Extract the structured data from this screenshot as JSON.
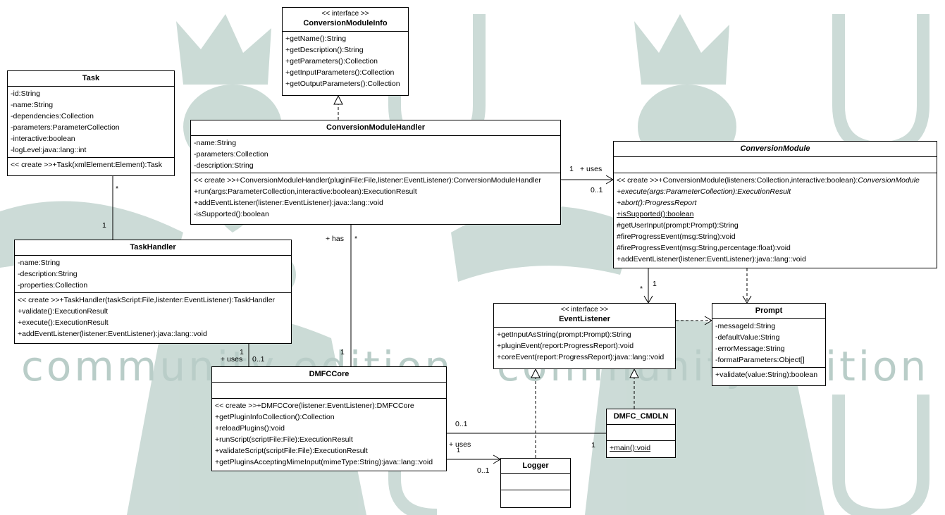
{
  "watermark": {
    "text": "community edition",
    "color": "#b9cdc8"
  },
  "classes": {
    "conversion_module_info": {
      "stereotype": "<< interface >>",
      "name": "ConversionModuleInfo",
      "ops": [
        "+getName():String",
        "+getDescription():String",
        "+getParameters():Collection",
        "+getInputParameters():Collection",
        "+getOutputParameters():Collection"
      ]
    },
    "task": {
      "name": "Task",
      "attrs": [
        "-id:String",
        "-name:String",
        "-dependencies:Collection",
        "-parameters:ParameterCollection",
        "-interactive:boolean",
        "-logLevel:java::lang::int"
      ],
      "ops": [
        "<< create >>+Task(xmlElement:Element):Task"
      ]
    },
    "conversion_module_handler": {
      "name": "ConversionModuleHandler",
      "attrs": [
        "-name:String",
        "-parameters:Collection",
        "-description:String"
      ],
      "ops": [
        "<< create >>+ConversionModuleHandler(pluginFile:File,listener:EventListener):ConversionModuleHandler",
        "+run(args:ParameterCollection,interactive:boolean):ExecutionResult",
        "+addEventListener(listener:EventListener):java::lang::void",
        "-isSupported():boolean"
      ]
    },
    "conversion_module": {
      "name": "ConversionModule",
      "create_op": "<< create >>+ConversionModule(listeners:Collection,interactive:boolean):",
      "create_ret": "ConversionModule",
      "ops_abstract": [
        "+execute(args:ParameterCollection):ExecutionResult",
        "+abort():ProgressReport"
      ],
      "op_static": "+isSupported():boolean",
      "ops": [
        "#getUserInput(prompt:Prompt):String",
        "#fireProgressEvent(msg:String):void",
        "#fireProgressEvent(msg:String,percentage:float):void",
        "+addEventListener(listener:EventListener):java::lang::void"
      ]
    },
    "task_handler": {
      "name": "TaskHandler",
      "attrs": [
        "-name:String",
        "-description:String",
        "-properties:Collection"
      ],
      "ops": [
        "<< create >>+TaskHandler(taskScript:File,listenter:EventListener):TaskHandler",
        "+validate():ExecutionResult",
        "+execute():ExecutionResult",
        "+addEventListener(listener:EventListener):java::lang::void"
      ]
    },
    "event_listener": {
      "stereotype": "<< interface >>",
      "name": "EventListener",
      "ops": [
        "+getInputAsString(prompt:Prompt):String",
        "+pluginEvent(report:ProgressReport):void",
        "+coreEvent(report:ProgressReport):java::lang::void"
      ]
    },
    "prompt": {
      "name": "Prompt",
      "attrs": [
        "-messageId:String",
        "-defaultValue:String",
        "-errorMessage:String",
        "-formatParameters:Object[]"
      ],
      "ops": [
        "+validate(value:String):boolean"
      ]
    },
    "dmfc_core": {
      "name": "DMFCCore",
      "ops": [
        "<< create >>+DMFCCore(listener:EventListener):DMFCCore",
        "+getPluginInfoCollection():Collection",
        "+reloadPlugins():void",
        "+runScript(scriptFile:File):ExecutionResult",
        "+validateScript(scriptFile:File):ExecutionResult",
        "+getPluginsAcceptingMimeInput(mimeType:String):java::lang::void"
      ]
    },
    "dmfc_cmdln": {
      "name": "DMFC_CMDLN",
      "op_static": "+main():void"
    },
    "logger": {
      "name": "Logger"
    }
  },
  "labels": {
    "task_star": "*",
    "taskhandler_one": "1",
    "cmh_uses_one": "1",
    "cmh_uses": "+ uses",
    "cm_zero_one": "0..1",
    "has": "+ has",
    "has_star": "*",
    "has_one": "1",
    "th_one": "1",
    "th_uses": "+ uses",
    "th_zero_one": "0..1",
    "el_star": "*",
    "el_one": "1",
    "core_zero_one": "0..1",
    "cmdln_one": "1",
    "core_uses": "+ uses",
    "core_one_small": "1",
    "logger_zero_one": "0..1"
  }
}
